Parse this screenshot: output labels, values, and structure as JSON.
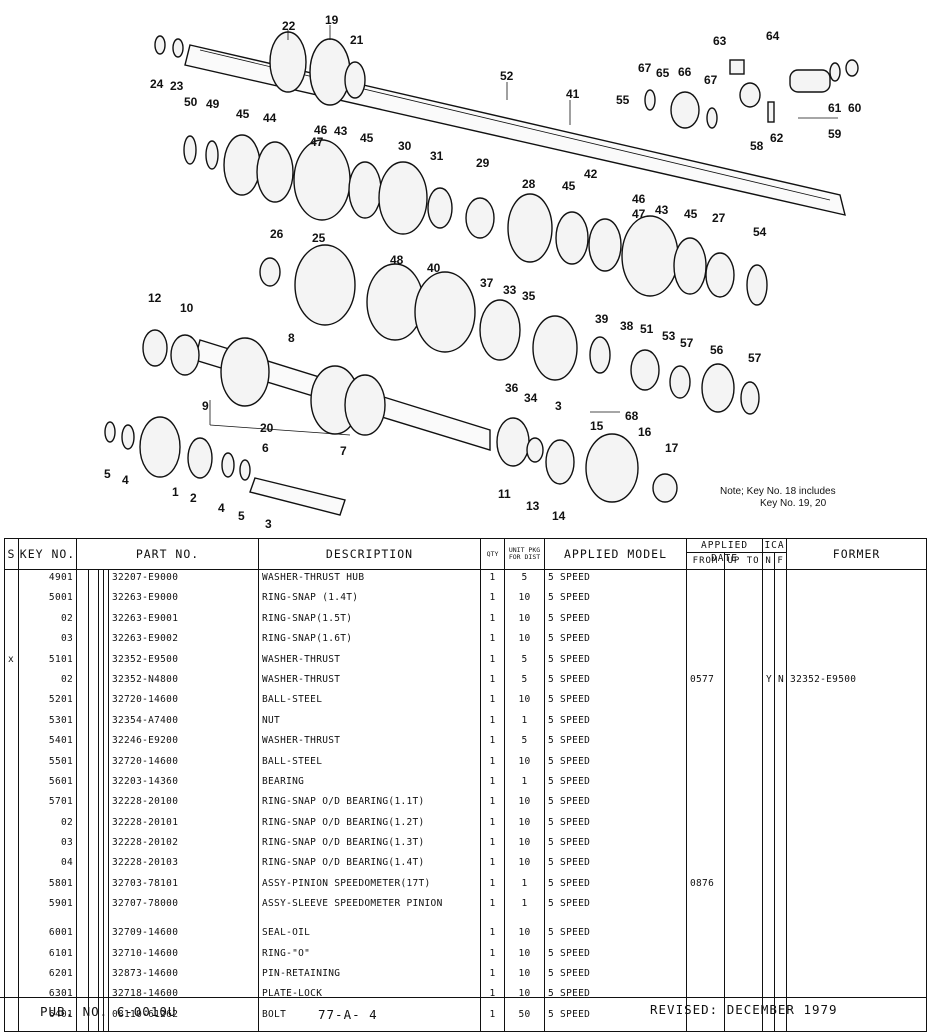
{
  "note": {
    "line1": "Note;  Key No. 18 includes",
    "line2": "Key No. 19, 20"
  },
  "callouts": [
    "24",
    "23",
    "22",
    "19",
    "21",
    "52",
    "41",
    "55",
    "63",
    "64",
    "67",
    "65",
    "66",
    "67",
    "60",
    "61",
    "59",
    "62",
    "58",
    "50",
    "49",
    "45",
    "44",
    "46",
    "47",
    "43",
    "45",
    "30",
    "31",
    "29",
    "28",
    "45",
    "42",
    "46",
    "47",
    "43",
    "45",
    "27",
    "54",
    "26",
    "25",
    "48",
    "40",
    "37",
    "33",
    "35",
    "12",
    "10",
    "8",
    "39",
    "38",
    "51",
    "53",
    "57",
    "56",
    "57",
    "9",
    "20",
    "6",
    "7",
    "36",
    "34",
    "3",
    "68",
    "15",
    "16",
    "17",
    "11",
    "13",
    "14",
    "5",
    "4",
    "1",
    "2",
    "4",
    "5",
    "3"
  ],
  "table": {
    "headers": {
      "s": "S",
      "key": "KEY NO.",
      "part": "PART  NO.",
      "desc": "DESCRIPTION",
      "qty": "QTY",
      "unit": "UNIT PKG FOR DIST",
      "model": "APPLIED MODEL",
      "date": "APPLIED DATE",
      "from": "FROM",
      "upto": "UP TO",
      "ica": "ICA",
      "n": "N",
      "f": "F",
      "former": "FORMER"
    },
    "rows": [
      {
        "s": "",
        "key": "4901",
        "part": "32207-E9000",
        "desc": "WASHER-THRUST HUB",
        "qty": "1",
        "unit": "5",
        "model": "5 SPEED",
        "from": "",
        "upto": "",
        "n": "",
        "f": "",
        "former": ""
      },
      {
        "s": "",
        "key": "5001",
        "part": "32263-E9000",
        "desc": "RING-SNAP (1.4T)",
        "qty": "1",
        "unit": "10",
        "model": "5 SPEED",
        "from": "",
        "upto": "",
        "n": "",
        "f": "",
        "former": ""
      },
      {
        "s": "",
        "key": "02",
        "part": "32263-E9001",
        "desc": "RING-SNAP(1.5T)",
        "qty": "1",
        "unit": "10",
        "model": "5 SPEED",
        "from": "",
        "upto": "",
        "n": "",
        "f": "",
        "former": ""
      },
      {
        "s": "",
        "key": "03",
        "part": "32263-E9002",
        "desc": "RING-SNAP(1.6T)",
        "qty": "1",
        "unit": "10",
        "model": "5 SPEED",
        "from": "",
        "upto": "",
        "n": "",
        "f": "",
        "former": ""
      },
      {
        "s": "x",
        "key": "5101",
        "part": "32352-E9500",
        "desc": "WASHER-THRUST",
        "qty": "1",
        "unit": "5",
        "model": "5 SPEED",
        "from": "",
        "upto": "",
        "n": "",
        "f": "",
        "former": ""
      },
      {
        "s": "",
        "key": "02",
        "part": "32352-N4800",
        "desc": "WASHER-THRUST",
        "qty": "1",
        "unit": "5",
        "model": "5 SPEED",
        "from": "0577",
        "upto": "",
        "n": "Y",
        "f": "N",
        "former": "32352-E9500"
      },
      {
        "s": "",
        "key": "5201",
        "part": "32720-14600",
        "desc": "BALL-STEEL",
        "qty": "1",
        "unit": "10",
        "model": "5 SPEED",
        "from": "",
        "upto": "",
        "n": "",
        "f": "",
        "former": ""
      },
      {
        "s": "",
        "key": "5301",
        "part": "32354-A7400",
        "desc": "NUT",
        "qty": "1",
        "unit": "1",
        "model": "5 SPEED",
        "from": "",
        "upto": "",
        "n": "",
        "f": "",
        "former": ""
      },
      {
        "s": "",
        "key": "5401",
        "part": "32246-E9200",
        "desc": "WASHER-THRUST",
        "qty": "1",
        "unit": "5",
        "model": "5 SPEED",
        "from": "",
        "upto": "",
        "n": "",
        "f": "",
        "former": ""
      },
      {
        "s": "",
        "key": "5501",
        "part": "32720-14600",
        "desc": "BALL-STEEL",
        "qty": "1",
        "unit": "10",
        "model": "5 SPEED",
        "from": "",
        "upto": "",
        "n": "",
        "f": "",
        "former": ""
      },
      {
        "s": "",
        "key": "5601",
        "part": "32203-14360",
        "desc": "BEARING",
        "qty": "1",
        "unit": "1",
        "model": "5 SPEED",
        "from": "",
        "upto": "",
        "n": "",
        "f": "",
        "former": ""
      },
      {
        "s": "",
        "key": "5701",
        "part": "32228-20100",
        "desc": "RING-SNAP O/D BEARING(1.1T)",
        "qty": "1",
        "unit": "10",
        "model": "5 SPEED",
        "from": "",
        "upto": "",
        "n": "",
        "f": "",
        "former": ""
      },
      {
        "s": "",
        "key": "02",
        "part": "32228-20101",
        "desc": "RING-SNAP O/D BEARING(1.2T)",
        "qty": "1",
        "unit": "10",
        "model": "5 SPEED",
        "from": "",
        "upto": "",
        "n": "",
        "f": "",
        "former": ""
      },
      {
        "s": "",
        "key": "03",
        "part": "32228-20102",
        "desc": "RING-SNAP O/D BEARING(1.3T)",
        "qty": "1",
        "unit": "10",
        "model": "5 SPEED",
        "from": "",
        "upto": "",
        "n": "",
        "f": "",
        "former": ""
      },
      {
        "s": "",
        "key": "04",
        "part": "32228-20103",
        "desc": "RING-SNAP O/D BEARING(1.4T)",
        "qty": "1",
        "unit": "10",
        "model": "5 SPEED",
        "from": "",
        "upto": "",
        "n": "",
        "f": "",
        "former": ""
      },
      {
        "s": "",
        "key": "5801",
        "part": "32703-78101",
        "desc": "ASSY-PINION SPEEDOMETER(17T)",
        "qty": "1",
        "unit": "1",
        "model": "5 SPEED",
        "from": "0876",
        "upto": "",
        "n": "",
        "f": "",
        "former": ""
      },
      {
        "s": "",
        "key": "5901",
        "part": "32707-78000",
        "desc": "ASSY-SLEEVE SPEEDOMETER PINION",
        "qty": "1",
        "unit": "1",
        "model": "5 SPEED",
        "from": "",
        "upto": "",
        "n": "",
        "f": "",
        "former": ""
      },
      {
        "s": "",
        "key": "6001",
        "part": "32709-14600",
        "desc": "SEAL-OIL",
        "qty": "1",
        "unit": "10",
        "model": "5 SPEED",
        "from": "",
        "upto": "",
        "n": "",
        "f": "",
        "former": ""
      },
      {
        "s": "",
        "key": "6101",
        "part": "32710-14600",
        "desc": "RING-\"O\"",
        "qty": "1",
        "unit": "10",
        "model": "5 SPEED",
        "from": "",
        "upto": "",
        "n": "",
        "f": "",
        "former": ""
      },
      {
        "s": "",
        "key": "6201",
        "part": "32873-14600",
        "desc": "PIN-RETAINING",
        "qty": "1",
        "unit": "10",
        "model": "5 SPEED",
        "from": "",
        "upto": "",
        "n": "",
        "f": "",
        "former": ""
      },
      {
        "s": "",
        "key": "6301",
        "part": "32718-14600",
        "desc": "PLATE-LOCK",
        "qty": "1",
        "unit": "10",
        "model": "5 SPEED",
        "from": "",
        "upto": "",
        "n": "",
        "f": "",
        "former": ""
      },
      {
        "s": "",
        "key": "6401",
        "part": "08110-61262",
        "desc": "BOLT",
        "qty": "1",
        "unit": "50",
        "model": "5 SPEED",
        "from": "",
        "upto": "",
        "n": "",
        "f": "",
        "former": ""
      }
    ]
  },
  "footer": {
    "pub": "PUB. NO. C-0010U",
    "page": "77-A- 4",
    "revised": "REVISED: DECEMBER 1979"
  }
}
